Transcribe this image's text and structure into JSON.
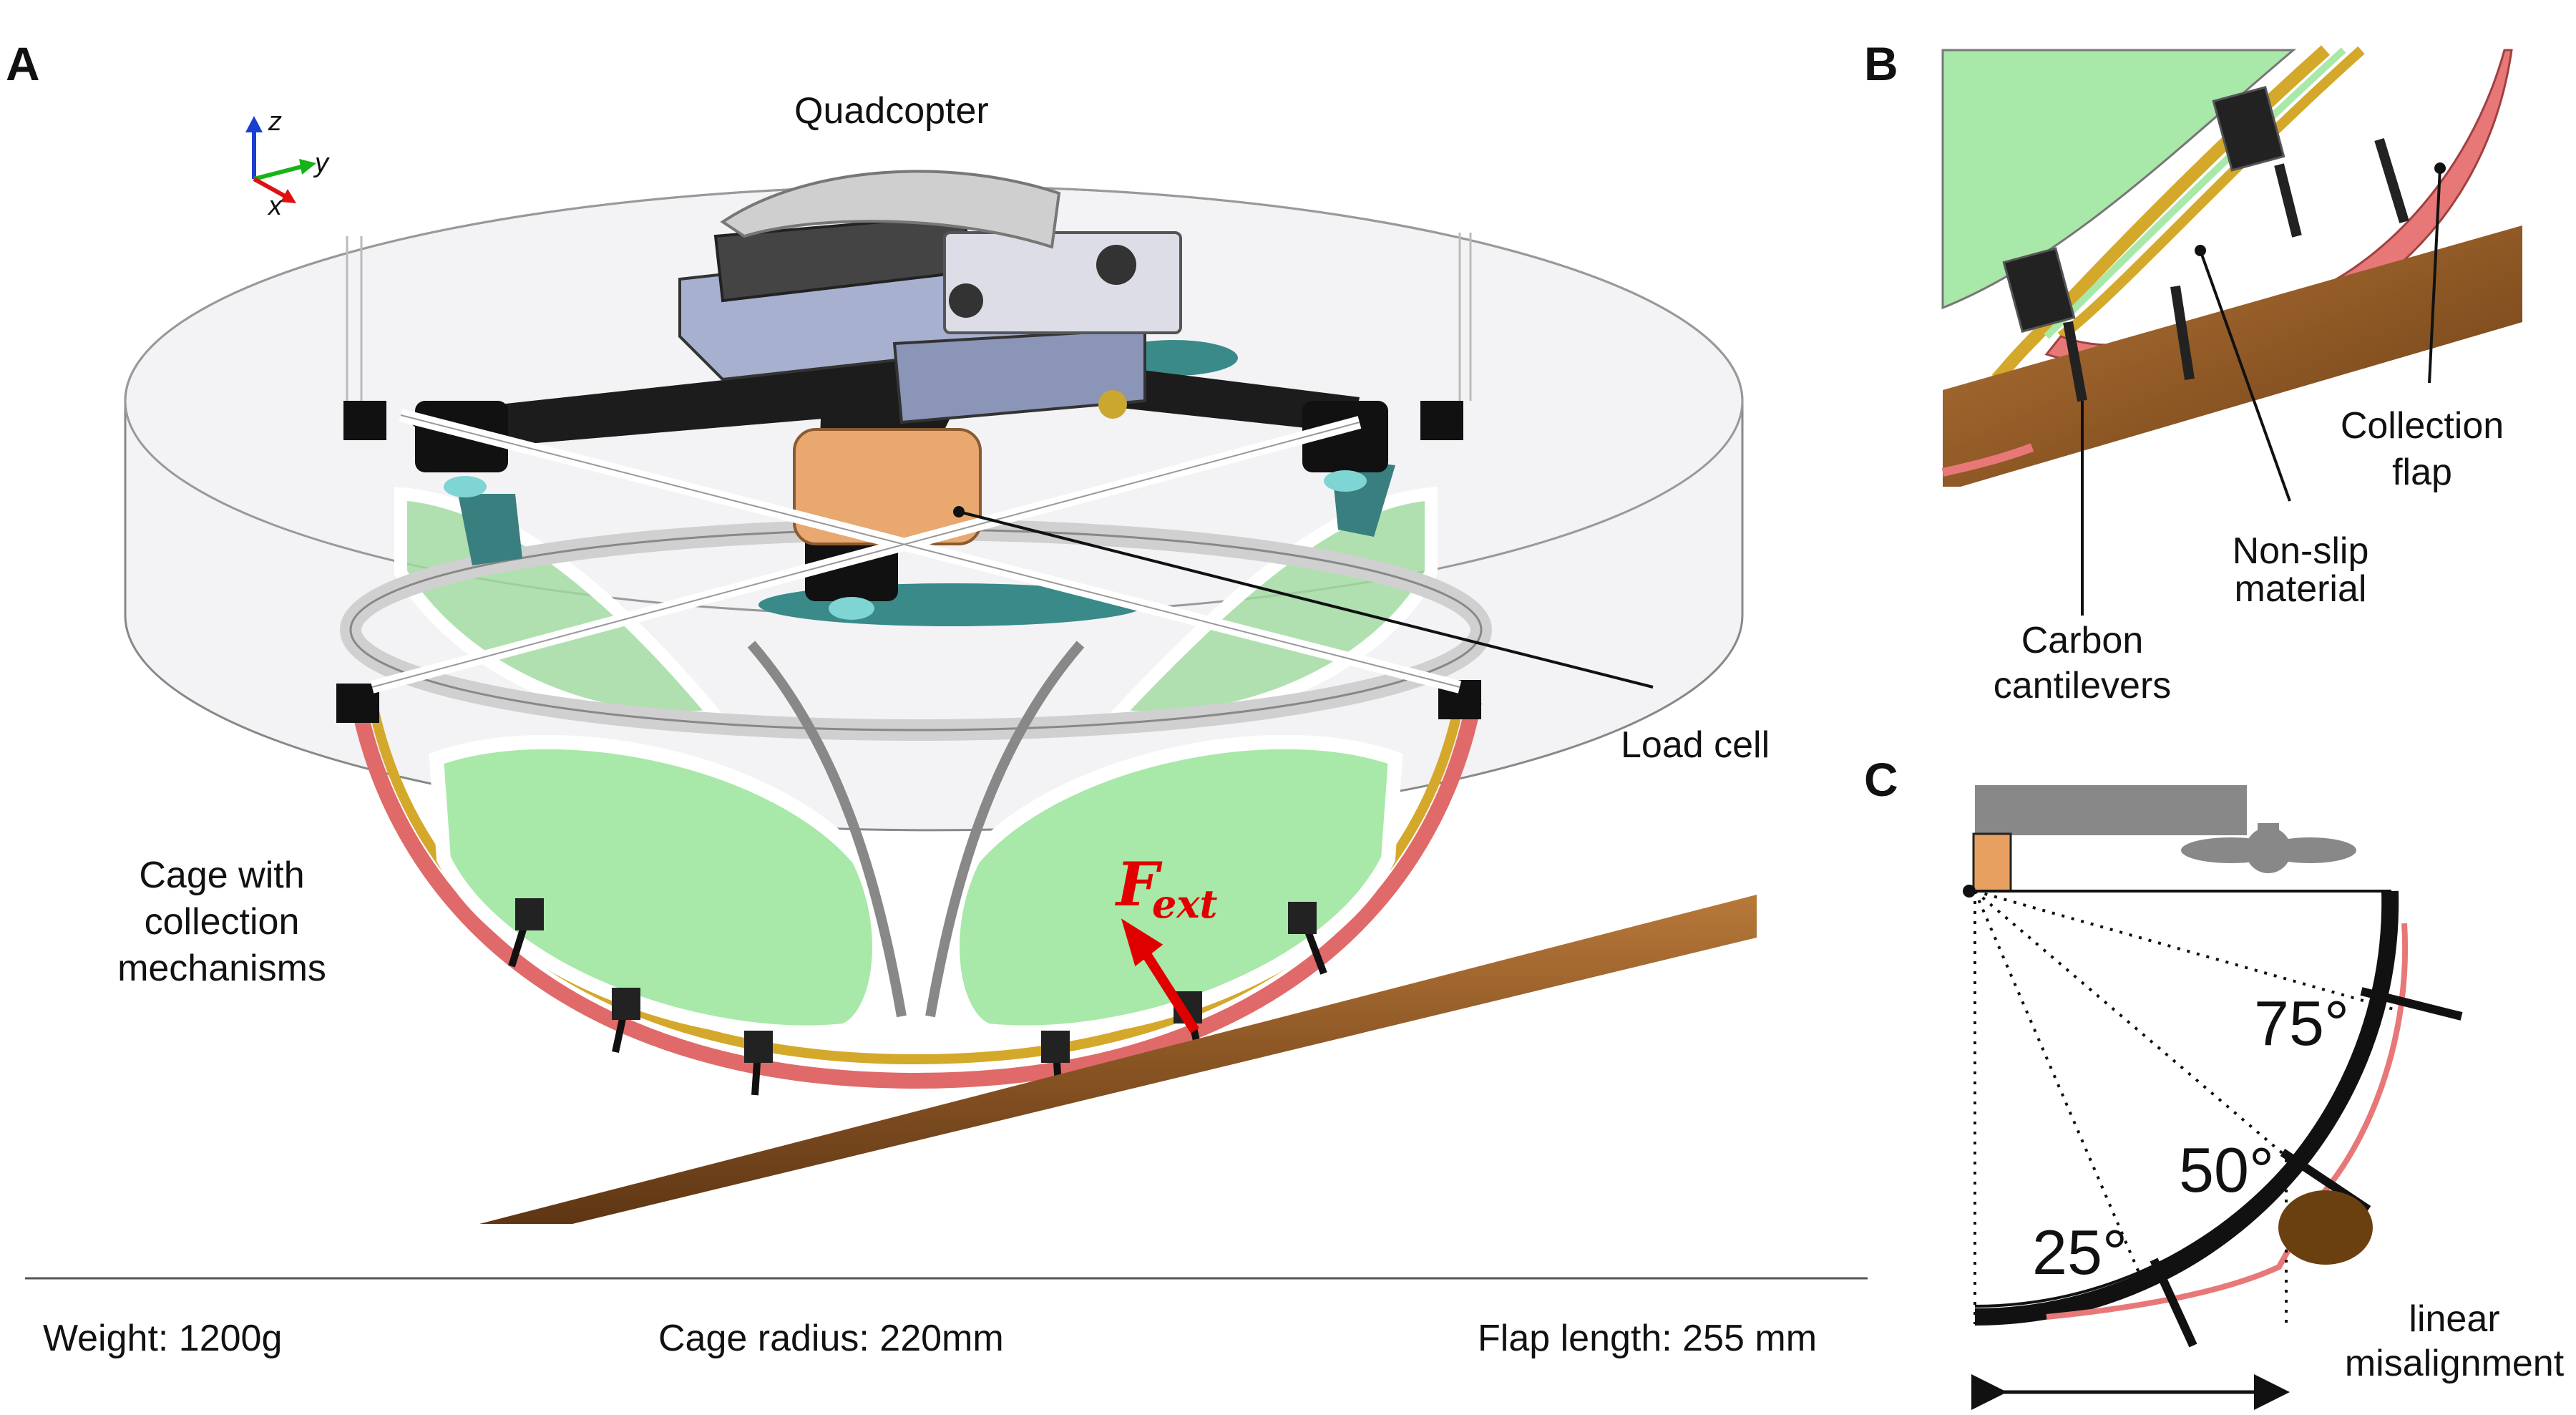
{
  "panel_a": {
    "letter": "A",
    "axes": {
      "z": "z",
      "y": "y",
      "x": "x"
    },
    "labels": {
      "quadcopter": "Quadcopter",
      "load_cell": "Load cell",
      "cage_line1": "Cage with",
      "cage_line2": "collection",
      "cage_line3": "mechanisms",
      "force_main": "F",
      "force_sub": "ext"
    },
    "specs": {
      "weight": "Weight:  1200g",
      "cage_radius": "Cage radius:  220mm",
      "flap_length": "Flap length:  255 mm"
    }
  },
  "panel_b": {
    "letter": "B",
    "labels": {
      "collection_flap_1": "Collection",
      "collection_flap_2": "flap",
      "non_slip_1": "Non-slip",
      "non_slip_2": "material",
      "carbon_1": "Carbon",
      "carbon_2": "cantilevers"
    }
  },
  "panel_c": {
    "letter": "C",
    "angles": {
      "a75": "75°",
      "a50": "50°",
      "a25": "25°"
    },
    "labels": {
      "misalignment_1": "linear",
      "misalignment_2": "misalignment"
    }
  },
  "colors": {
    "flap_green": "#a8e8a8",
    "flap_pink": "#e87878",
    "rail_gold": "#d4a82a",
    "branch_brown": "#8a5a2a",
    "force_red": "#e00000",
    "prop_teal": "#3a8a8a"
  }
}
